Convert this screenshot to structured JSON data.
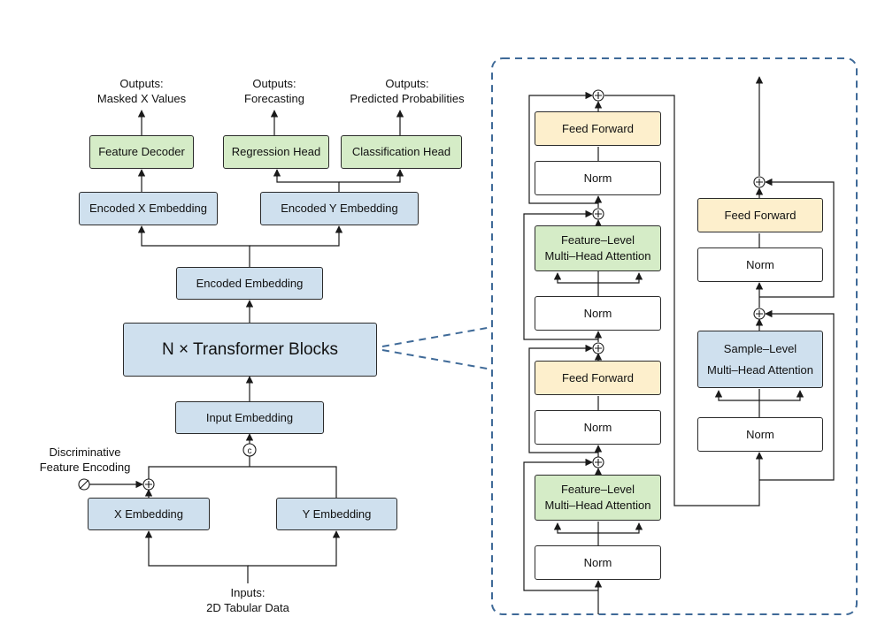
{
  "left": {
    "outputs": {
      "masked": [
        "Outputs:",
        "Masked X Values"
      ],
      "forecast": [
        "Outputs:",
        "Forecasting"
      ],
      "probs": [
        "Outputs:",
        "Predicted Probabilities"
      ]
    },
    "heads": {
      "feature_decoder": "Feature Decoder",
      "regression": "Regression Head",
      "classification": "Classification Head"
    },
    "encoded_x": "Encoded X Embedding",
    "encoded_y": "Encoded Y Embedding",
    "encoded": "Encoded Embedding",
    "transformer": "N × Transformer Blocks",
    "input_embedding": "Input Embedding",
    "concat_symbol": "c",
    "discriminative": [
      "Discriminative",
      "Feature Encoding"
    ],
    "x_embedding": "X Embedding",
    "y_embedding": "Y Embedding",
    "inputs": [
      "Inputs:",
      "2D Tabular Data"
    ]
  },
  "right": {
    "feed_forward": "Feed Forward",
    "norm": "Norm",
    "feature_attention": [
      "Feature–Level",
      "Multi–Head Attention"
    ],
    "sample_attention": [
      "Sample–Level",
      "Multi–Head Attention"
    ]
  },
  "colors": {
    "blue": "#cfe0ee",
    "green": "#d5ecc7",
    "yellow": "#fdefcc",
    "dashed": "#3f6a98"
  }
}
